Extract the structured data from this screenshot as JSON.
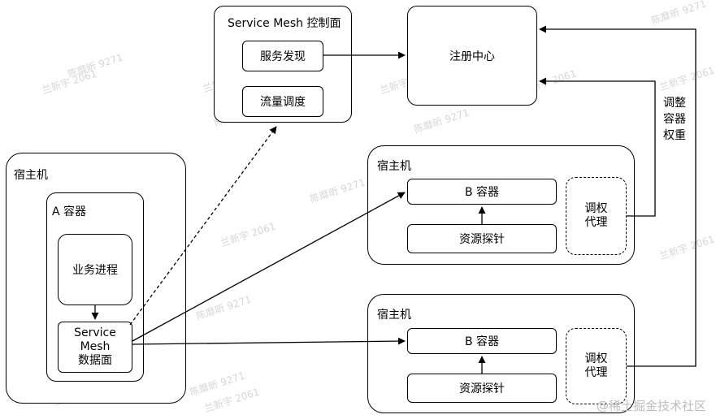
{
  "control_plane": {
    "title": "Service Mesh 控制面",
    "service_discovery": "服务发现",
    "traffic_scheduling": "流量调度"
  },
  "registry": {
    "label": "注册中心"
  },
  "host_left": {
    "title": "宿主机",
    "container_title": "A 容器",
    "business_process": "业务进程",
    "data_plane": "Service\nMesh\n数据面"
  },
  "host_right_top": {
    "title": "宿主机",
    "container": "B 容器",
    "probe": "资源探针",
    "weight_proxy": "调权\n代理"
  },
  "host_right_bottom": {
    "title": "宿主机",
    "container": "B 容器",
    "probe": "资源探针",
    "weight_proxy": "调权\n代理"
  },
  "edge_label": "调整\n容器\n权重",
  "watermarks": [
    "陈靡昕 9271",
    "兰新宇 2061"
  ],
  "credit": "@稀土掘金技术社区"
}
